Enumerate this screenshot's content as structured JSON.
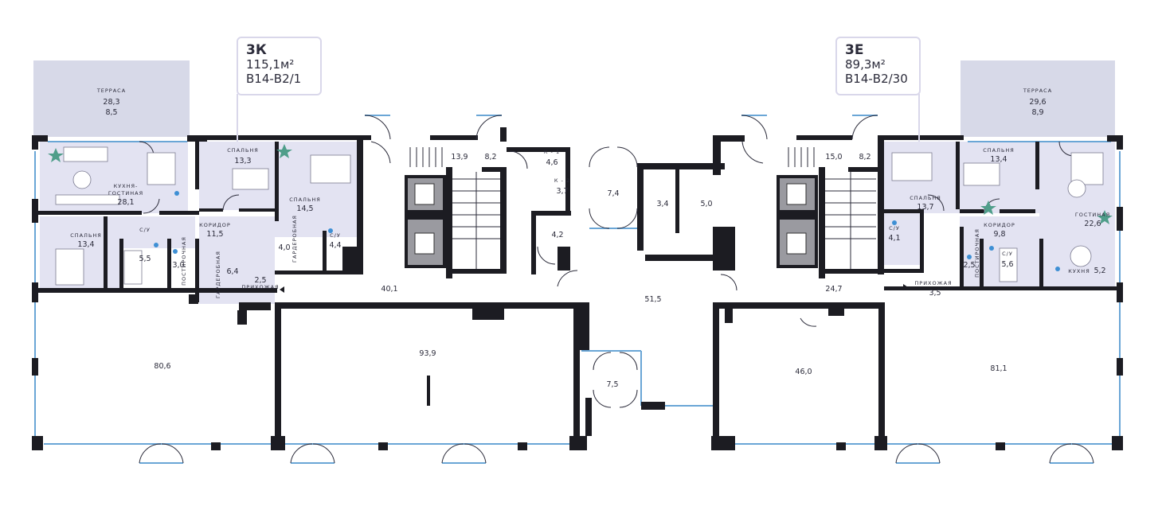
{
  "apartments": [
    {
      "type": "3К",
      "area": "115,1м²",
      "code": "В14-В2/1"
    },
    {
      "type": "3Е",
      "area": "89,3м²",
      "code": "В14-В2/30"
    }
  ],
  "rooms": {
    "terrace_left_label": "ТЕРРАСА",
    "terrace_left_a": "28,3",
    "terrace_left_b": "8,5",
    "terrace_right_label": "ТЕРРАСА",
    "terrace_right_a": "29,6",
    "terrace_right_b": "8,9",
    "kitchen_living_label_1": "КУХНЯ-",
    "kitchen_living_label_2": "ГОСТИНАЯ",
    "kitchen_living_area": "28,1",
    "bedroom_l1_label": "СПАЛЬНЯ",
    "bedroom_l1_area": "13,3",
    "bedroom_l2_label": "СПАЛЬНЯ",
    "bedroom_l2_area": "14,5",
    "bedroom_l3_label": "СПАЛЬНЯ",
    "bedroom_l3_area": "13,4",
    "bath_l1_label": "С/У",
    "bath_l1_area": "5,5",
    "bath_l2_label": "С/У",
    "bath_l2_area": "4,4",
    "laundry_l_label": "ПОСТИРОЧНАЯ",
    "laundry_l_area": "3,0",
    "corridor_l_label": "КОРИДОР",
    "corridor_l_area": "11,5",
    "wardrobe_l1_label": "ГАРДЕРОБНАЯ",
    "wardrobe_l1_area": "6,4",
    "wardrobe_l2_label": "ГАРДЕРОБНАЯ",
    "wardrobe_l2_area": "4,0",
    "hall_l_label": "ПРИХОЖАЯ",
    "hall_l_area": "2,5",
    "bedroom_r1_label": "СПАЛЬНЯ",
    "bedroom_r1_area": "13,4",
    "bedroom_r2_label": "СПАЛЬНЯ",
    "bedroom_r2_area": "13,7",
    "living_r_label": "ГОСТИНАЯ",
    "living_r_area": "22,6",
    "kitchen_r_label": "КУХНЯ",
    "kitchen_r_area": "5,2",
    "corridor_r_label": "КОРИДОР",
    "corridor_r_area": "9,8",
    "bath_r1_label": "С/У",
    "bath_r1_area": "4,1",
    "bath_r2_label": "С/У",
    "bath_r2_area": "5,6",
    "laundry_r_label": "ПОСТИРОЧНАЯ",
    "laundry_r_area": "2,5",
    "hall_r_label": "ПРИХОЖАЯ",
    "hall_r_area": "3,5",
    "core_13_9": "13,9",
    "core_8_2_l": "8,2",
    "k1_label": "К - 1",
    "k1_area": "4,6",
    "k2_label": "К - 2",
    "k2_area": "3,7",
    "core_4_2": "4,2",
    "core_7_4": "7,4",
    "core_3_4": "3,4",
    "core_5_0": "5,0",
    "core_15_0": "15,0",
    "core_8_2_r": "8,2",
    "corridor_40_1": "40,1",
    "corridor_51_5": "51,5",
    "corridor_24_7": "24,7",
    "retail_80_6": "80,6",
    "retail_93_9": "93,9",
    "vestibule_7_5": "7,5",
    "retail_46_0": "46,0",
    "retail_81_1": "81,1"
  },
  "colors": {
    "apartment_fill": "#e3e3f2",
    "terrace_fill": "#d7d9e8",
    "wall": "#1c1c22",
    "window": "#6aa6d6",
    "card_border": "#d9d7ea",
    "plant": "#4f9e8a",
    "water_drop": "#3e8fd4"
  }
}
